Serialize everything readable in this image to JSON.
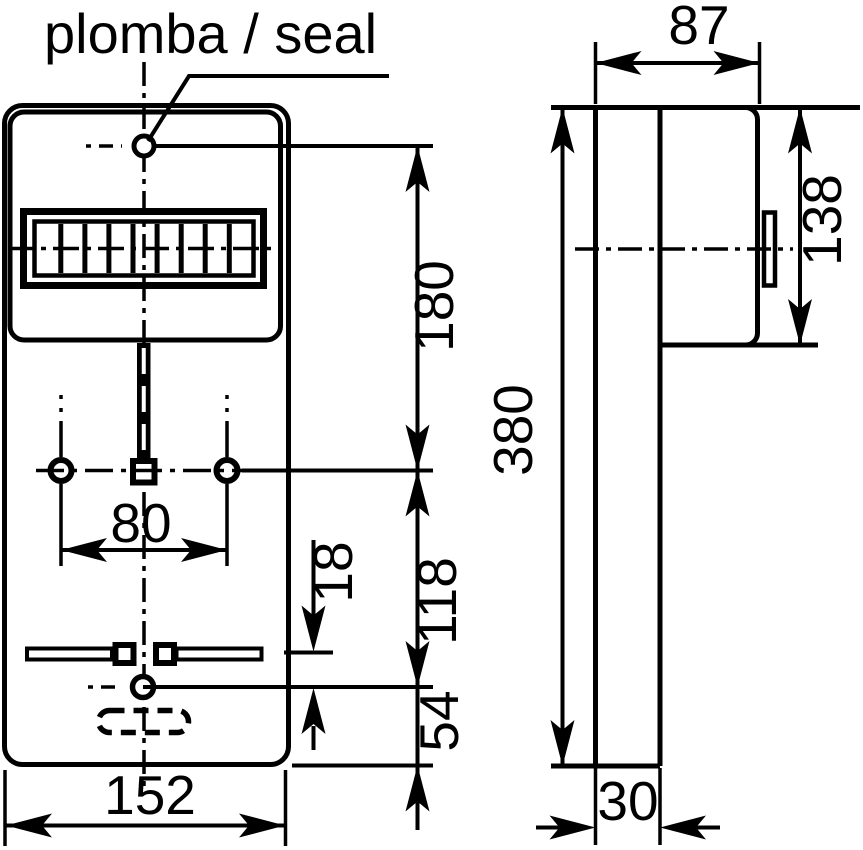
{
  "annotation": {
    "seal_label": "plomba / seal"
  },
  "dimensions": {
    "front": {
      "width": "152",
      "hole_spacing": "80",
      "seal_to_hole_axis": "180",
      "hole_axis_to_lower_seal": "118",
      "lower_seal_to_bottom": "54",
      "terminal_axis_to_lower_seal": "18"
    },
    "side": {
      "depth": "87",
      "body_height": "138",
      "total_height": "380",
      "plate_thickness": "30"
    }
  },
  "colors": {
    "line": "#000000",
    "background": "#ffffff"
  }
}
